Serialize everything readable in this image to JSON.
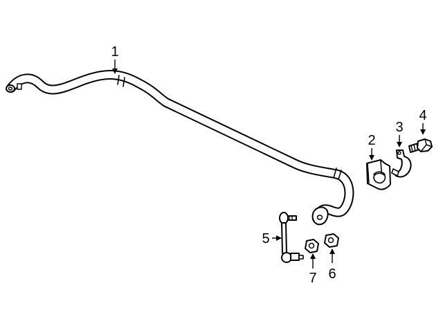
{
  "callouts": [
    {
      "id": "1",
      "label": "1",
      "part": "stabilizer-bar"
    },
    {
      "id": "2",
      "label": "2",
      "part": "bushing"
    },
    {
      "id": "3",
      "label": "3",
      "part": "bracket"
    },
    {
      "id": "4",
      "label": "4",
      "part": "bolt"
    },
    {
      "id": "5",
      "label": "5",
      "part": "stabilizer-link"
    },
    {
      "id": "6",
      "label": "6",
      "part": "nut"
    },
    {
      "id": "7",
      "label": "7",
      "part": "nut"
    }
  ],
  "colors": {
    "ink": "#000000",
    "background": "#ffffff"
  }
}
